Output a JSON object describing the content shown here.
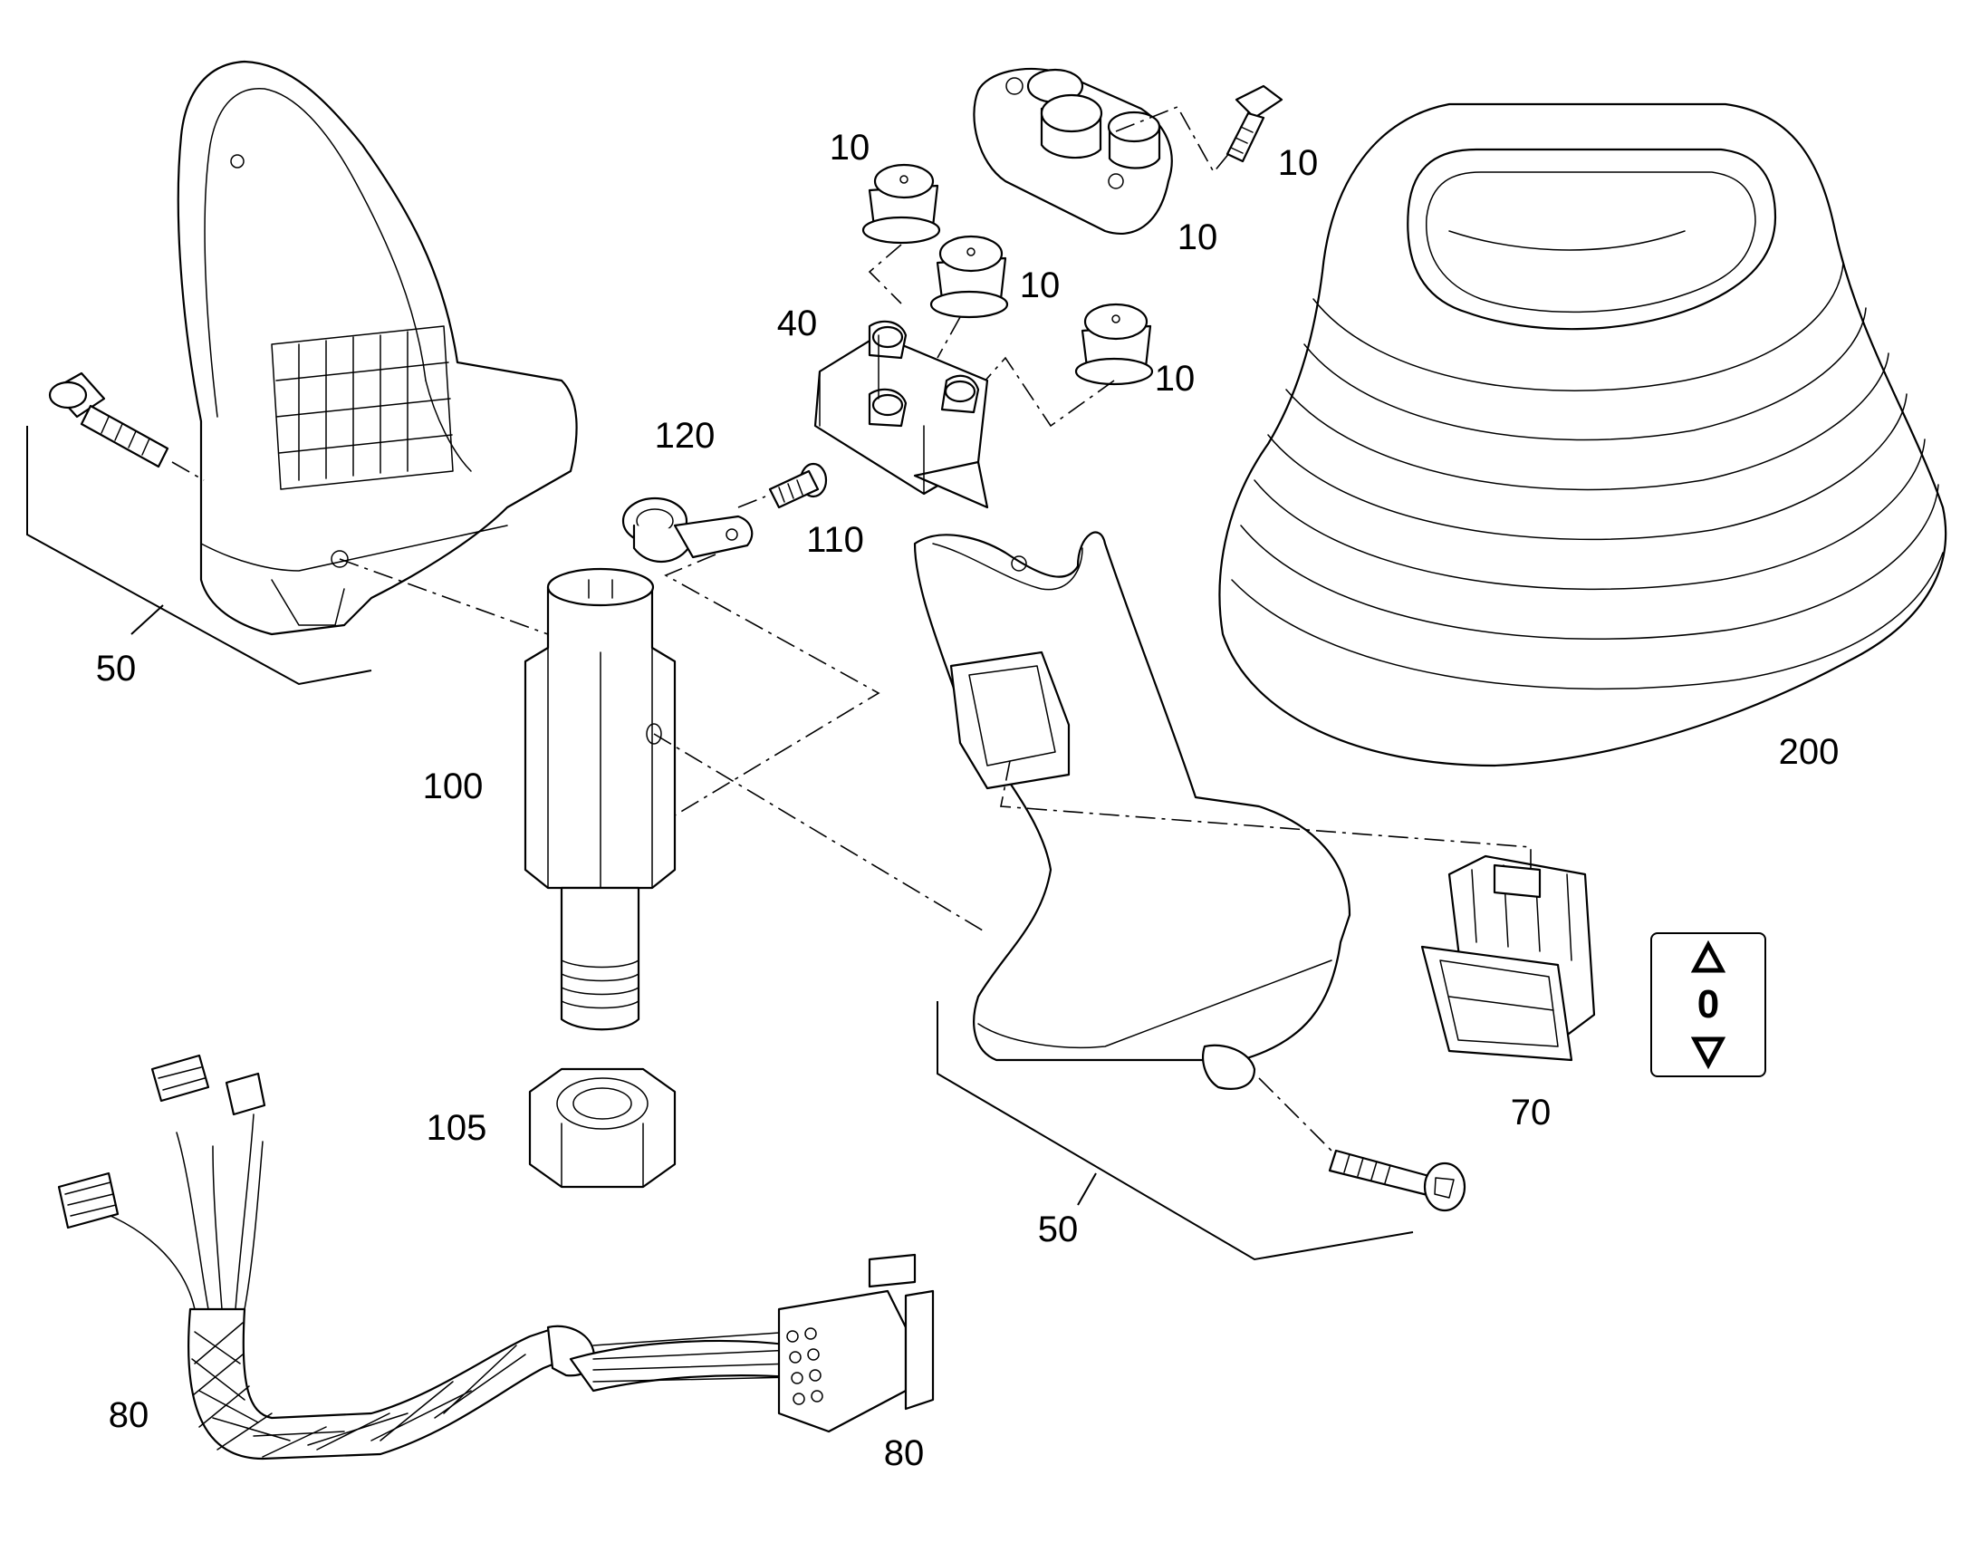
{
  "figure": {
    "callouts": {
      "c10a": "10",
      "c10b": "10",
      "c10c": "10",
      "c10d": "10",
      "c10e": "10",
      "c40": "40",
      "c120": "120",
      "c110": "110",
      "c100": "100",
      "c105": "105",
      "c50_left": "50",
      "c50_right": "50",
      "c200": "200",
      "c70": "70",
      "c80_left": "80",
      "c80_right": "80"
    },
    "decal_symbol": "0"
  }
}
